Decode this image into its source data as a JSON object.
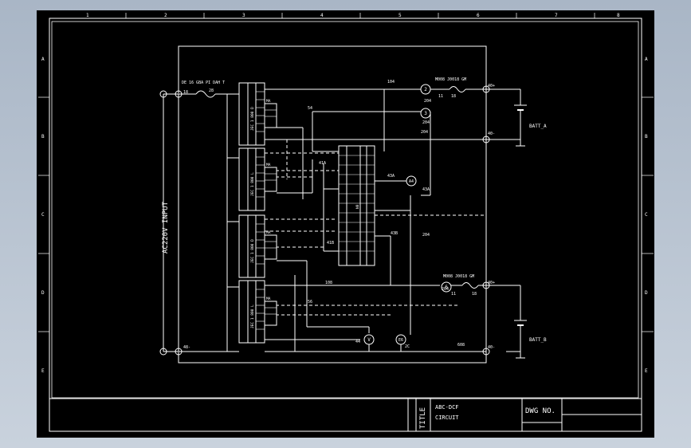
{
  "drawing": {
    "input_label": "AC220V INPUT",
    "breaker_label": "DE 16 GBA PI DAH T",
    "modules": [
      {
        "label": "JEC 1 800 D",
        "tag": "MA"
      },
      {
        "label": "JEC 1 800 L",
        "tag": "MA"
      },
      {
        "label": "JEC 1 800 D",
        "tag": "MA"
      },
      {
        "label": "JEC 1 800 L",
        "tag": "MA"
      }
    ],
    "middle_module_label": "N8",
    "battery_a": "BATT_A",
    "battery_b": "BATT_B",
    "fuse_top": "M008 J0018 GM",
    "fuse_bottom": "M008 J0018 GM",
    "meters": {
      "top_1": "2",
      "top_2": "3",
      "ammeter": "A4",
      "bottom_1": "6",
      "voltmeter": "V",
      "bottom_2": "E6"
    },
    "wire_labels": {
      "w1": "18",
      "w2": "28",
      "w3": "104",
      "w4": "11",
      "w5": "18",
      "w6": "204",
      "w7": "43A",
      "w8": "43B",
      "w9": "41B",
      "w10": "108",
      "w11": "204",
      "w12": "43A",
      "w13": "54",
      "w14": "41A",
      "w15": "56",
      "w16": "11",
      "w17": "18",
      "w18": "204",
      "w19": "2C",
      "w20": "608",
      "w21": "44",
      "w22": "204",
      "w23": "204",
      "w24": "48-"
    },
    "terminal_top_plus": "40+",
    "terminal_top_minus": "40-",
    "terminal_bottom_plus": "40+",
    "terminal_bottom_minus": "40-"
  },
  "frame": {
    "col_numbers": [
      "1",
      "2",
      "3",
      "4",
      "5",
      "6",
      "7",
      "8"
    ],
    "row_letters": [
      "A",
      "B",
      "C",
      "D",
      "E"
    ]
  },
  "title_block": {
    "title_label": "TITLE",
    "title_line1": "ABC-DCF",
    "title_line2": "CIRCUIT",
    "dwg_label": "DWG NO."
  },
  "colors": {
    "sheet_background": "#000000",
    "lines": "#ffffff",
    "viewport_background": "#b9c4d2"
  }
}
